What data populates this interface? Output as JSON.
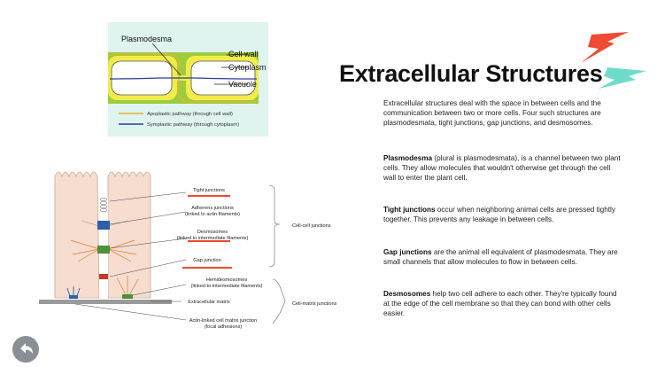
{
  "slide": {
    "title": "Extracellular Structures",
    "intro": "Extracellular structures deal with the space in between cells and the communication between two or more cells. Four such structures are plasmodesmata, tight junctions, gap junctions, and desmosomes.",
    "plasmodesma": {
      "term": "Plasmodesma",
      "text": " (plural is plasmodesmata), is a channel between two plant cells. They allow molecules that wouldn't otherwise get through the cell wall to enter the plant cell."
    },
    "tight": {
      "term": "Tight junctions",
      "text": " occur when neighboring animal cells are pressed tightly together. This prevents any leakage in between cells."
    },
    "gap": {
      "term": "Gap junctions",
      "text": " are the animal ell equivalent of plasmodesmata. They are small channels that allow molecules to flow in between cells."
    },
    "desmosomes": {
      "term": "Desmosomes",
      "text": " help two cell adhere to each other. They're typically found at the edge of the cell membrane so that they can bond with other cells easier."
    }
  },
  "plant_diagram": {
    "label_plasmodesma": "Plasmodesma",
    "label_cell_wall": "Cell wall",
    "label_cytoplasm": "Cytoplasm",
    "label_vacuole": "Vacuole",
    "legend_apoplastic": "Apoplastic pathway (through cell wall)",
    "legend_symplastic": "Symplastic pathway (through cytoplasm)",
    "color_apoplastic": "#e8b13a",
    "color_symplastic": "#2a3f9e"
  },
  "cell_diagram": {
    "tight": "Tight junctions",
    "adherens1": "Adherens junctions",
    "adherens2": "(linked to actin filaments)",
    "desmo1": "Desmosomes",
    "desmo2": "(linked to intermediate filaments)",
    "gap": "Gap junction",
    "hemi1": "Hemidesmosomes",
    "hemi2": "(linked to intermediate filaments)",
    "ecm": "Extracellular matrix",
    "actin1": "Actin-linked cell matrix junction",
    "actin2": "(focal adhesions)",
    "cell_cell": "Cell-cell junctions",
    "cell_matrix": "Cell-matrix junctions"
  },
  "colors": {
    "accent_red": "#ef4a32",
    "accent_teal": "#6fdccb",
    "back_button": "#8a8f96"
  },
  "icons": {
    "back": "back-arrow-icon"
  }
}
